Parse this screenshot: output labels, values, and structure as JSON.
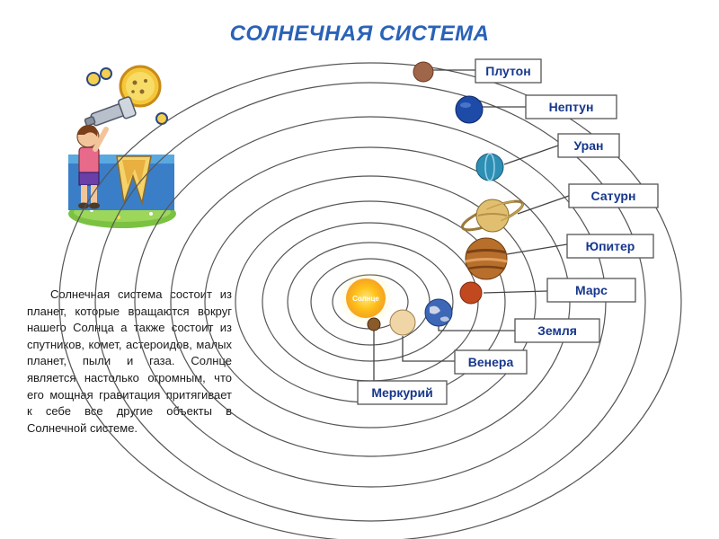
{
  "title": "СОЛНЕЧНАЯ СИСТЕМА",
  "description": "Солнечная система состоит из планет, которые вращаются вокруг нашего Солнца а также состоит из спутников, комет, астероидов, малых планет, пыли и газа. Солнце является настолько огромным, что его мощная гравитация притягивает к себе все другие объекты в Солнечной системе.",
  "sun": {
    "label": "Солнце",
    "color": "#ffc21a"
  },
  "colors": {
    "title": "#2a62b8",
    "label_text": "#16378c",
    "orbit": "#555555",
    "label_border": "#555555"
  },
  "illustration": {
    "name": "boy-with-telescope-clipart"
  },
  "planets": [
    {
      "id": "mercury",
      "label": "Меркурий",
      "color": "#8a5a2a"
    },
    {
      "id": "venus",
      "label": "Венера",
      "color": "#f0d6a6"
    },
    {
      "id": "earth",
      "label": "Земля",
      "color": "#3d68b8"
    },
    {
      "id": "mars",
      "label": "Марс",
      "color": "#c2481f"
    },
    {
      "id": "jupiter",
      "label": "Юпитер",
      "color": "#b86f2c"
    },
    {
      "id": "saturn",
      "label": "Сатурн",
      "color": "#e0c070"
    },
    {
      "id": "uranus",
      "label": "Уран",
      "color": "#2e8fb5"
    },
    {
      "id": "neptune",
      "label": "Нептун",
      "color": "#1e4aa8"
    },
    {
      "id": "pluto",
      "label": "Плутон",
      "color": "#a0664a"
    }
  ]
}
